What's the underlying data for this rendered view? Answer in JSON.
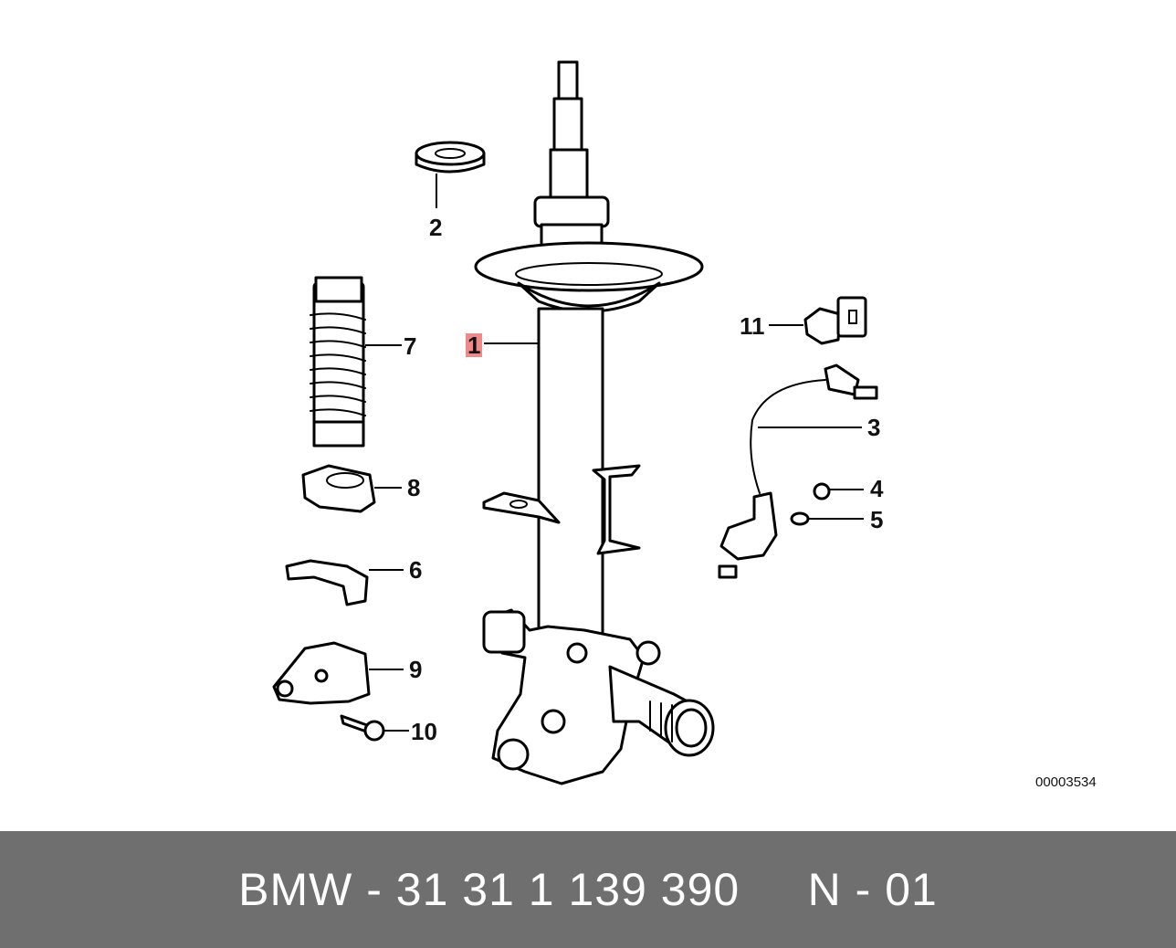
{
  "callouts": {
    "c1": "1",
    "c2": "2",
    "c3": "3",
    "c4": "4",
    "c5": "5",
    "c6": "6",
    "c7": "7",
    "c8": "8",
    "c9": "9",
    "c10": "10",
    "c11": "11"
  },
  "reference_number": "00003534",
  "footer": {
    "text": "BMW - 31 31 1 139 390     N - 01"
  },
  "colors": {
    "highlight": "#f08a8a",
    "footer_bg": "#6f6f6f",
    "footer_text": "#ffffff"
  }
}
